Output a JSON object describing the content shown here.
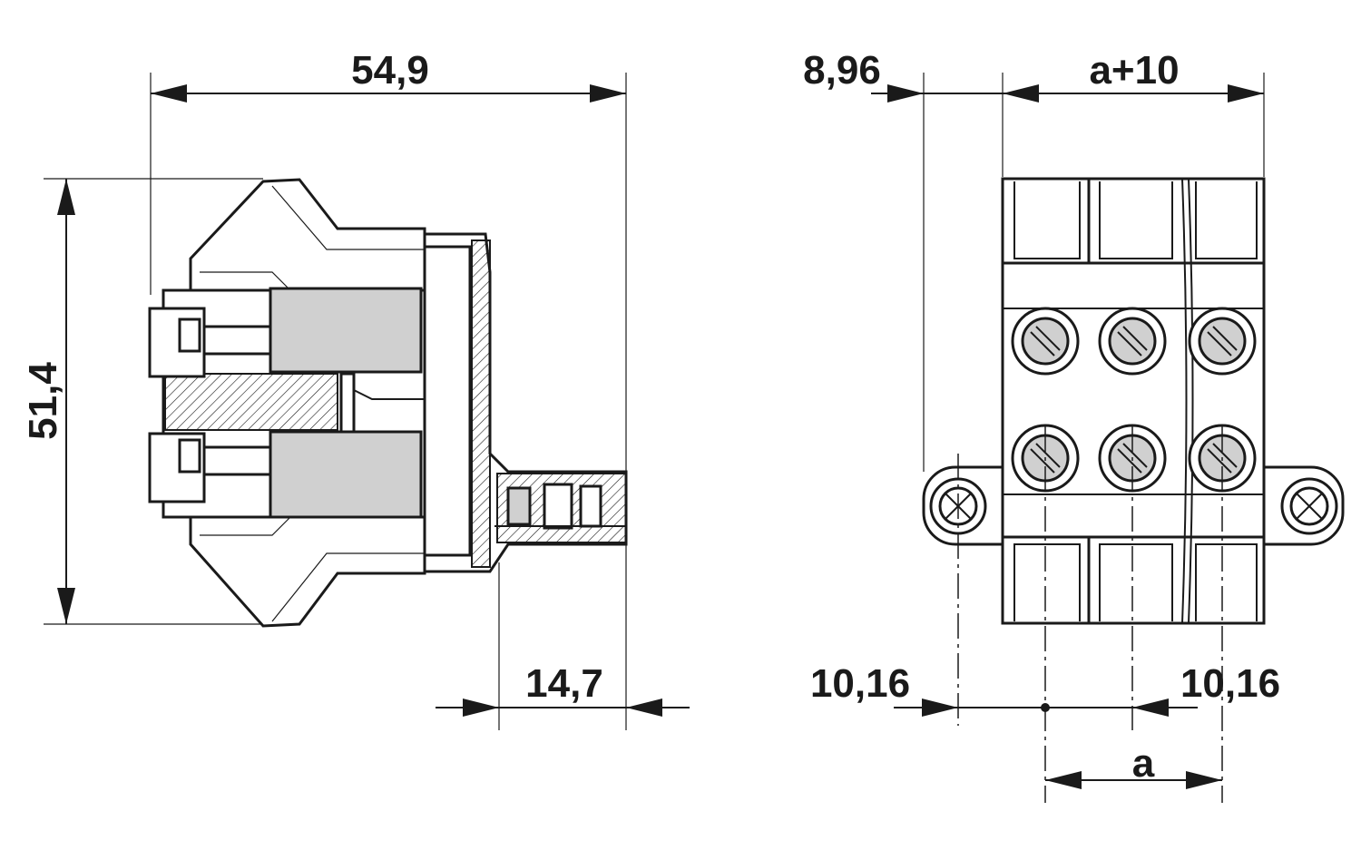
{
  "side_view": {
    "dim_length": "54,9",
    "dim_height": "51,4",
    "dim_depth": "14,7"
  },
  "front_view": {
    "dim_offset": "8,96",
    "dim_width": "a+10",
    "dim_flange_left": "10,16",
    "dim_flange_right": "10,16",
    "dim_pitch": "a"
  },
  "colors": {
    "line": "#1a1a1a",
    "fill_grey": "#d0d0d0",
    "background": "#ffffff"
  }
}
